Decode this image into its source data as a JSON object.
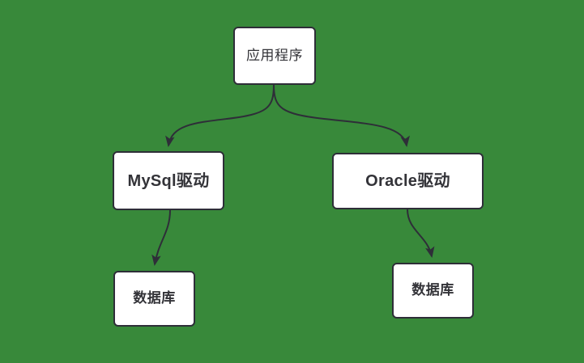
{
  "diagram": {
    "title": "",
    "background_color": "#38893a",
    "node_fill_color": "#ffffff",
    "node_border_color": "#2e2e38",
    "edge_color": "#2e2e38",
    "text_color": "#333338",
    "nodes": [
      {
        "id": "app",
        "label": "应用程序",
        "role": "application"
      },
      {
        "id": "mysql",
        "label": "MySql驱动",
        "role": "driver"
      },
      {
        "id": "oracle",
        "label": "Oracle驱动",
        "role": "driver"
      },
      {
        "id": "db_left",
        "label": "数据库",
        "role": "database"
      },
      {
        "id": "db_right",
        "label": "数据库",
        "role": "database"
      }
    ],
    "edges": [
      {
        "from": "app",
        "to": "mysql",
        "arrow": "end",
        "label": ""
      },
      {
        "from": "app",
        "to": "oracle",
        "arrow": "end",
        "label": ""
      },
      {
        "from": "mysql",
        "to": "db_left",
        "arrow": "end",
        "label": ""
      },
      {
        "from": "oracle",
        "to": "db_right",
        "arrow": "end",
        "label": ""
      }
    ]
  }
}
